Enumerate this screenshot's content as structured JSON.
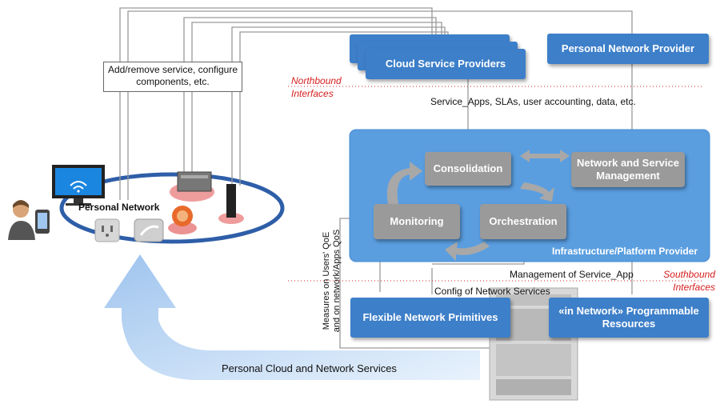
{
  "colors": {
    "box_blue": "#3d7fc9",
    "panel_blue": "#5a9ee0",
    "inner_gray": "#9a9a9a",
    "interface_red": "#d62020",
    "arrow_light_blue": "#c5dcf4"
  },
  "boxes": {
    "cloud_service_providers": "Cloud Service Providers",
    "personal_network_provider": "Personal Network Provider",
    "consolidation": "Consolidation",
    "network_service_management": "Network and Service Management",
    "monitoring": "Monitoring",
    "orchestration": "Orchestration",
    "infrastructure_provider": "Infrastructure/Platform Provider",
    "flexible_primitives": "Flexible Network Primitives",
    "in_network_resources": "«in Network» Programmable Resources"
  },
  "labels": {
    "add_remove": "Add/remove service, configure components, etc.",
    "northbound": "Northbound Interfaces",
    "southbound": "Southbound Interfaces",
    "service_apps": "Service_Apps, SLAs, user accounting, data, etc.",
    "management_of_service": "Management of Service_App",
    "config_network_services": "Config of Network Services",
    "measures_line1": "Measures on Users' QoE",
    "measures_line2": "and on network/Apps QoS",
    "personal_network": "Personal Network",
    "personal_cloud": "Personal Cloud and Network Services"
  },
  "icons": [
    "user-icon",
    "phone-icon",
    "monitor-icon",
    "router-icon",
    "tv-box-icon",
    "smoke-alarm-icon",
    "power-plug-icon",
    "thermostat-icon",
    "server-rack-icon"
  ]
}
